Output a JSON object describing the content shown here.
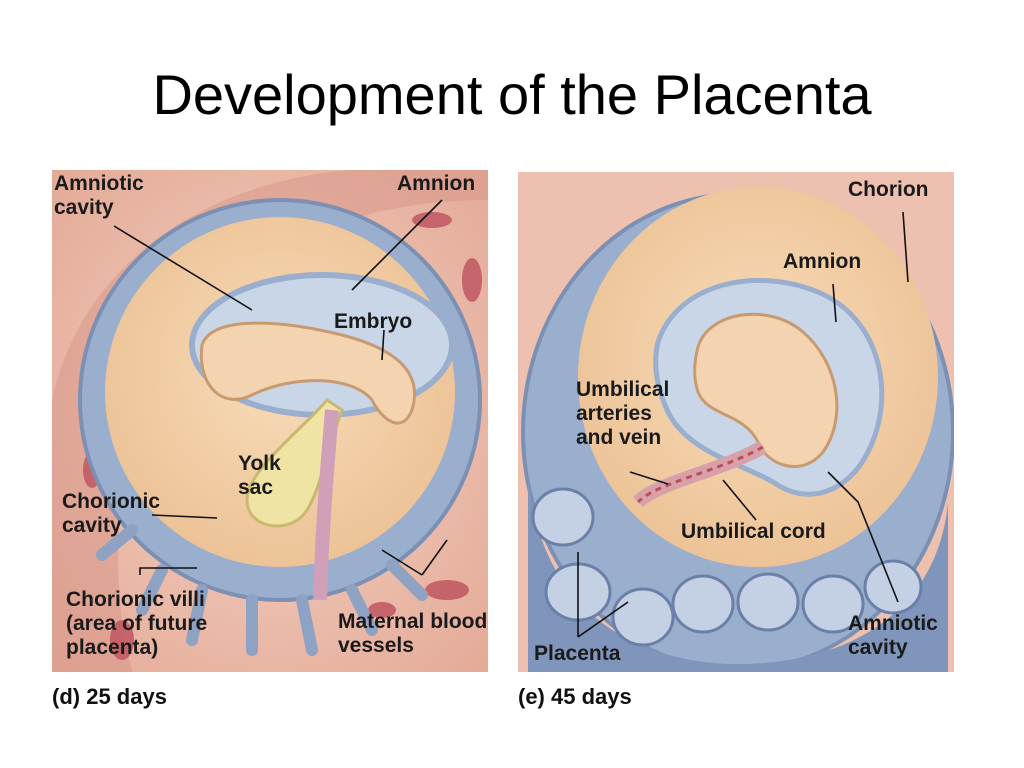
{
  "title": "Development of the Placenta",
  "panel_d": {
    "caption": "(d)  25 days",
    "labels": {
      "amniotic_cavity": "Amniotic\ncavity",
      "amnion": "Amnion",
      "embryo": "Embryo",
      "yolk_sac": "Yolk\nsac",
      "chorionic_cavity": "Chorionic\ncavity",
      "chorionic_villi": "Chorionic villi\n(area of future\nplacenta)",
      "maternal_blood_vessels": "Maternal blood\nvessels"
    }
  },
  "panel_e": {
    "caption": "(e) 45 days",
    "labels": {
      "chorion": "Chorion",
      "amnion": "Amnion",
      "umbilical_vessels": "Umbilical\narteries\nand vein",
      "umbilical_cord": "Umbilical cord",
      "placenta": "Placenta",
      "amniotic_cavity": "Amniotic\ncavity"
    }
  },
  "colors": {
    "tissue_pink": "#e8b8a8",
    "chorion_blue": "#9aaecd",
    "cavity_tan": "#f0caa0",
    "embryo_tan": "#f4d4b0",
    "amnion_light": "#c8d6e8",
    "vessel_red": "#b8505a"
  }
}
